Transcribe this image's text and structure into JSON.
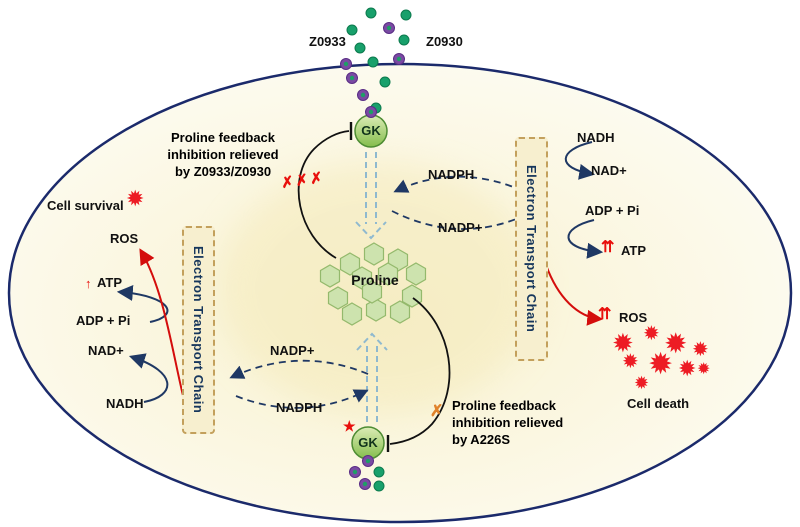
{
  "compounds": {
    "z0933": "Z0933",
    "z0930": "Z0930"
  },
  "enzymes": {
    "gk_top": "GK",
    "gk_bottom": "GK"
  },
  "metabolites": {
    "proline": "Proline"
  },
  "etc": {
    "left": "Electron Transport Chain",
    "right": "Electron Transport Chain"
  },
  "left_pathway": {
    "ros": "ROS",
    "atp": "ATP",
    "adp_pi": "ADP + Pi",
    "nad": "NAD+",
    "nadh": "NADH",
    "nadp": "NADP+",
    "nadph": "NADPH"
  },
  "right_pathway": {
    "nadh": "NADH",
    "nad": "NAD+",
    "adp_pi": "ADP + Pi",
    "atp": "ATP",
    "ros": "ROS",
    "nadph": "NADPH",
    "nadp": "NADP+"
  },
  "annotations": {
    "left_feedback_line1": "Proline feedback",
    "left_feedback_line2": "inhibition relieved",
    "left_feedback_line3": "by Z0933/Z0930",
    "right_feedback_line1": "Proline feedback",
    "right_feedback_line2": "inhibition relieved",
    "right_feedback_line3": "by A226S",
    "cell_survival": "Cell survival",
    "cell_death": "Cell death"
  },
  "symbols": {
    "triple_x": "✗✗✗",
    "single_x": "✗",
    "double_up_arrow": "⇈",
    "up_arrow": "↑",
    "mutation_star": "★",
    "burst": "✹"
  },
  "colors": {
    "cell_border": "#1b2a6b",
    "navy": "#1f3864",
    "accent_red": "#e8100c",
    "orange_x": "#e0822a",
    "enzyme_green": "#86bd4e",
    "hexagon_green": "#cbe3ad",
    "etc_fill": "#f7efcf",
    "purple_dot": "#7a4aa3",
    "green_dot": "#18a06b"
  }
}
